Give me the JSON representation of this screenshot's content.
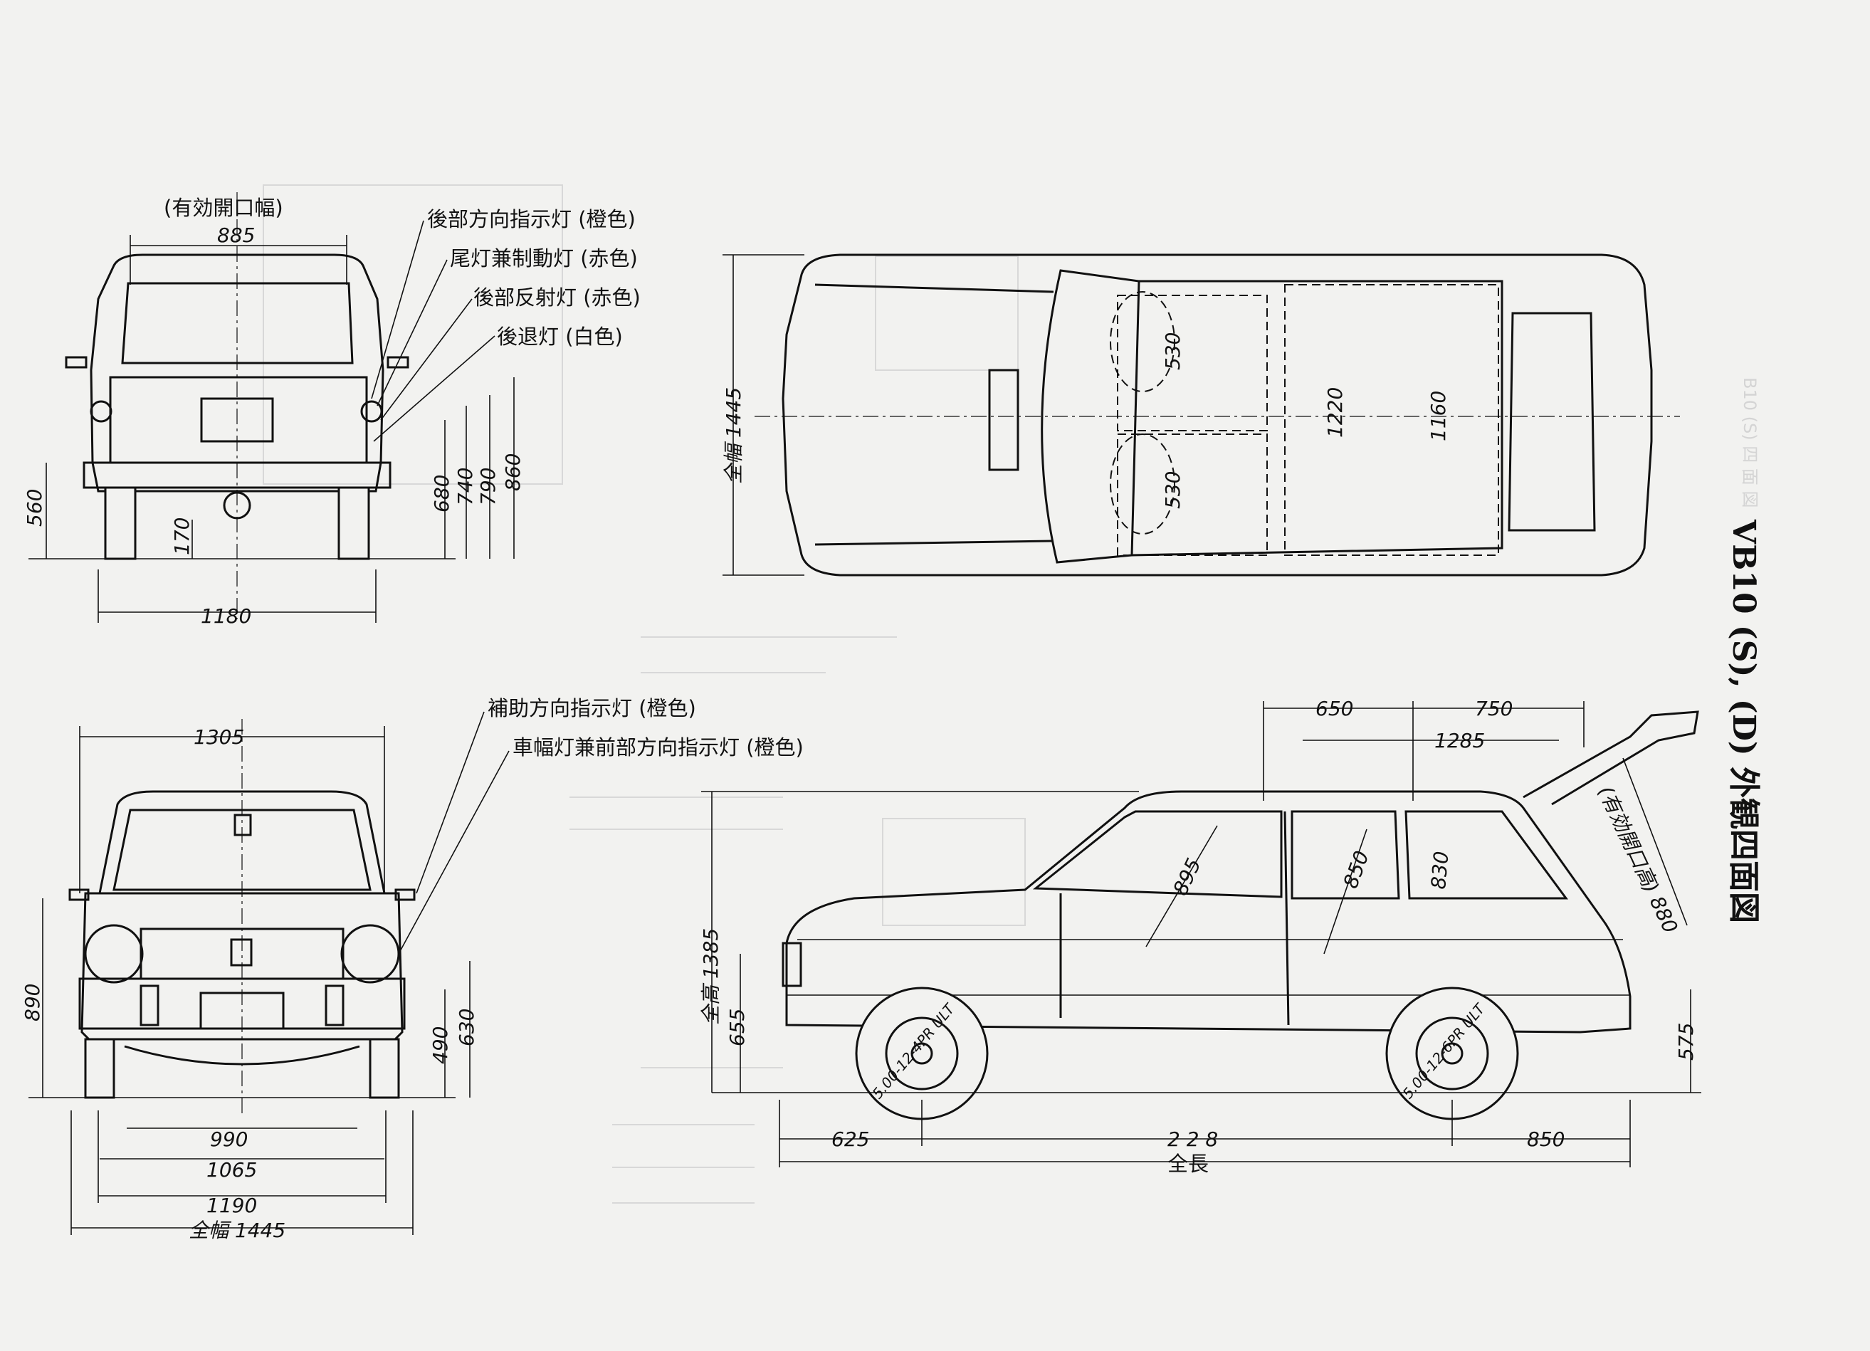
{
  "title": "VB10 (S), (D) 外観四面図",
  "rear_view": {
    "opening_caption": "(有効開口幅)",
    "dims": {
      "opening_width": "885",
      "height_bumper": "560",
      "ground_clearance": "170",
      "tread": "1180",
      "lamp_680": "680",
      "lamp_740": "740",
      "lamp_790": "790",
      "lamp_860": "860"
    },
    "callouts": [
      "後部方向指示灯 (橙色)",
      "尾灯兼制動灯 (赤色)",
      "後部反射灯 (赤色)",
      "後退灯 (白色)"
    ]
  },
  "top_view": {
    "width_label": "全幅 1445",
    "dims": {
      "seat_front_1": "530",
      "seat_front_2": "530",
      "cabin_1220": "1220",
      "cargo_1160": "1160"
    }
  },
  "front_view": {
    "dims": {
      "roof_width": "1305",
      "height_890": "890",
      "lamp_490": "490",
      "lamp_630": "630",
      "tread_990": "990",
      "width_1065": "1065",
      "width_1190": "1190",
      "overall_width": "全幅 1445"
    },
    "callouts": [
      "補助方向指示灯 (橙色)",
      "車幅灯兼前部方向指示灯 (橙色)"
    ]
  },
  "side_view": {
    "dims": {
      "d650": "650",
      "d750": "750",
      "d1285": "1285",
      "hatch_opening": "(有効開口高) 880",
      "d895": "895",
      "d850_in": "850",
      "d830": "830",
      "overall_height": "全高 1385",
      "h655": "655",
      "h575": "575",
      "front_overhang": "625",
      "wheelbase": "2 2 8",
      "rear_overhang": "850",
      "overall_length": "全長"
    },
    "tire_front": "5.00-12-4PR ULT",
    "tire_rear": "5.00-12-6PR ULT"
  },
  "ghost_text": {
    "right_vertical": "B10 (S) 四 面 図"
  }
}
